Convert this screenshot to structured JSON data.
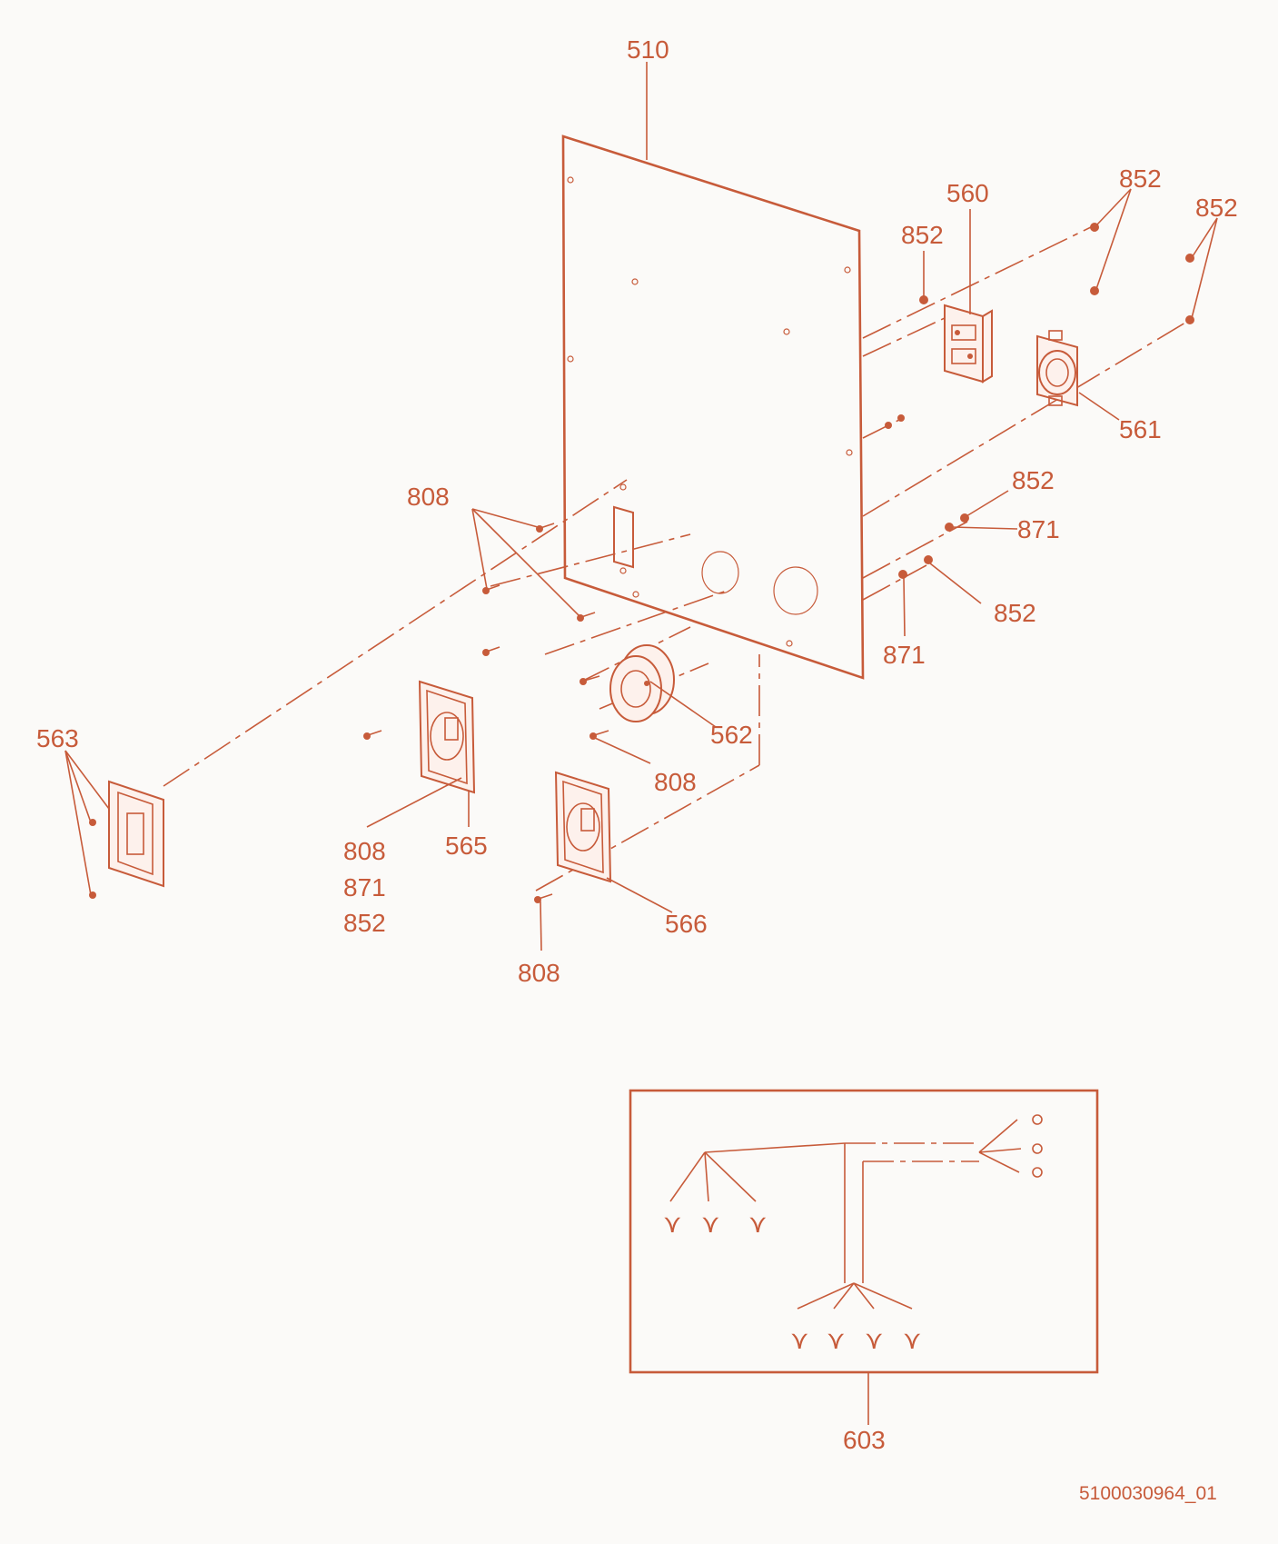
{
  "colors": {
    "line": "#c75b3a",
    "background": "#fbfaf8"
  },
  "labels": {
    "p510": "510",
    "p560": "560",
    "p852_a": "852",
    "p852_b": "852",
    "p852_c": "852",
    "p561": "561",
    "p852_d": "852",
    "p871_a": "871",
    "p852_e": "852",
    "p871_b": "871",
    "p808_a": "808",
    "p562": "562",
    "p808_b": "808",
    "p563": "563",
    "p565": "565",
    "p808_c": "808",
    "p871_c": "871",
    "p852_f": "852",
    "p566": "566",
    "p808_d": "808",
    "p603": "603"
  },
  "drawing_id": "5100030964_01",
  "icons": {
    "panel": "mounting-panel",
    "gfci": "gfci-receptacle-icon",
    "twistlock": "twist-lock-receptacle-icon",
    "inlet": "power-inlet-icon",
    "cover": "blank-cover-plate-icon",
    "covered_outlet_a": "weatherproof-outlet-icon",
    "covered_outlet_b": "weatherproof-outlet-icon",
    "harness": "wire-harness-icon"
  }
}
